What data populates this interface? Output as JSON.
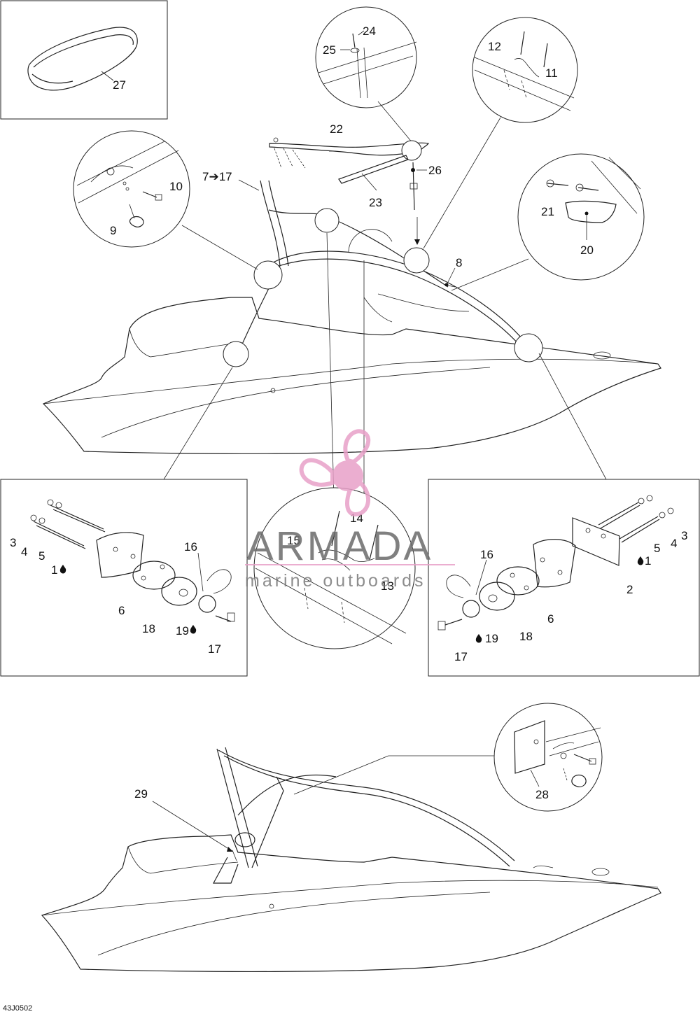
{
  "diagram_ref": "43J0502",
  "watermark": {
    "title": "ARMADA",
    "subtitle": "marine outboards",
    "color": "#e8a0c8"
  },
  "callouts": {
    "c27": "27",
    "c24": "24",
    "c25": "25",
    "c22": "22",
    "c12": "12",
    "c11": "11",
    "c7to17": "7➔17",
    "c26": "26",
    "c23": "23",
    "c10": "10",
    "c9": "9",
    "c21": "21",
    "c20": "20",
    "c8": "8",
    "c14": "14",
    "c15": "15",
    "c13": "13",
    "l16": "16",
    "l3": "3",
    "l4": "4",
    "l5": "5",
    "l1": "1",
    "l6": "6",
    "l18": "18",
    "l19": "19",
    "l17": "17",
    "r16": "16",
    "r3": "3",
    "r4": "4",
    "r5": "5",
    "r1": "1",
    "r2": "2",
    "r6": "6",
    "r18": "18",
    "r19": "19",
    "r17": "17",
    "c29": "29",
    "c28": "28"
  }
}
